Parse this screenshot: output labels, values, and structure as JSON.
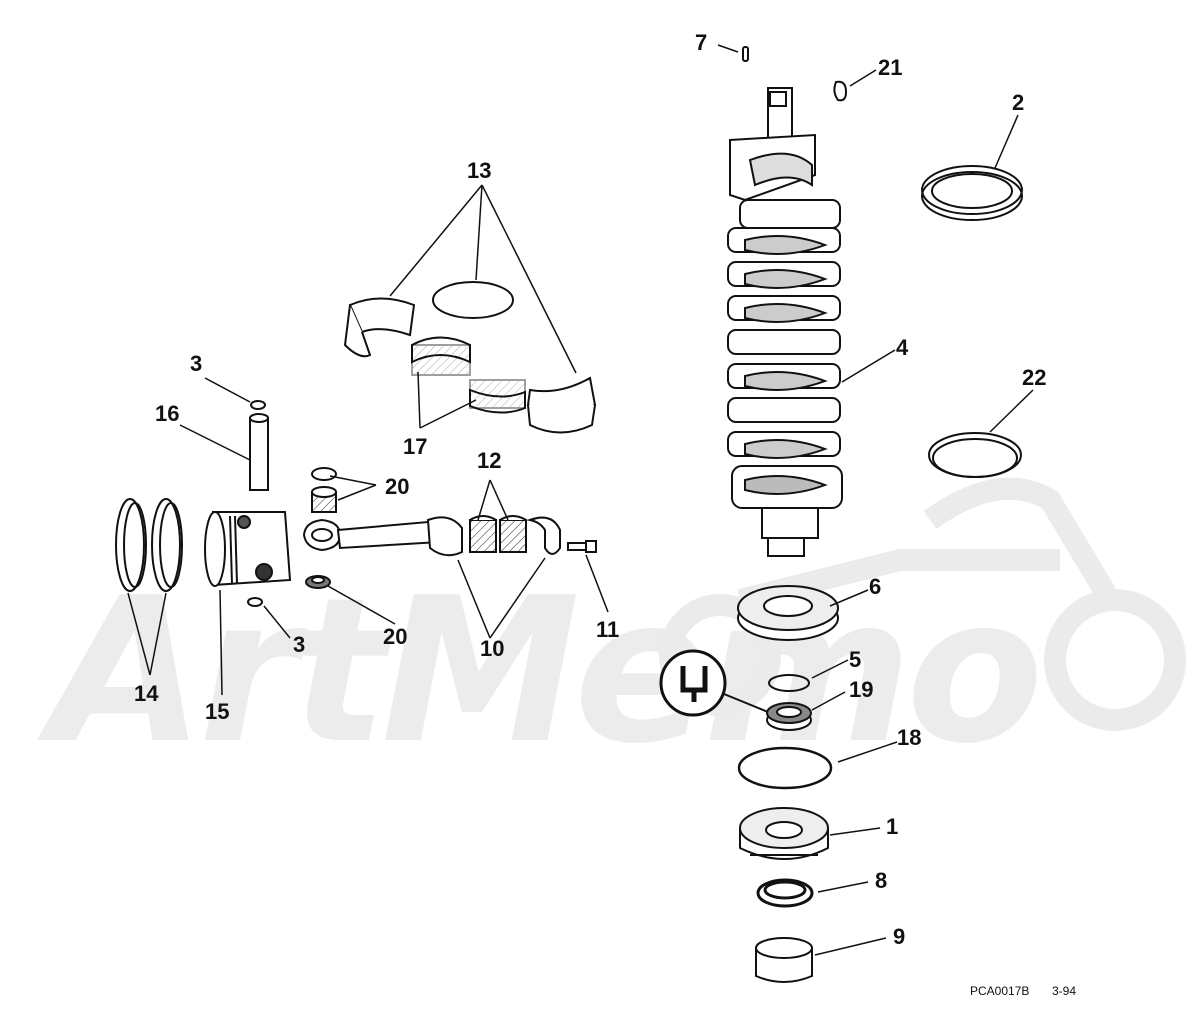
{
  "diagram": {
    "watermark": "ArtMemo",
    "callouts": {
      "c1": "1",
      "c2": "2",
      "c3a": "3",
      "c3b": "3",
      "c4": "4",
      "c5": "5",
      "c6": "6",
      "c7": "7",
      "c8": "8",
      "c9": "9",
      "c10": "10",
      "c11": "11",
      "c12": "12",
      "c13": "13",
      "c14": "14",
      "c15": "15",
      "c16": "16",
      "c17": "17",
      "c18": "18",
      "c19": "19",
      "c20a": "20",
      "c20b": "20",
      "c21": "21",
      "c22": "22"
    },
    "footer": {
      "code": "PCA0017B",
      "date": "3-94"
    }
  }
}
